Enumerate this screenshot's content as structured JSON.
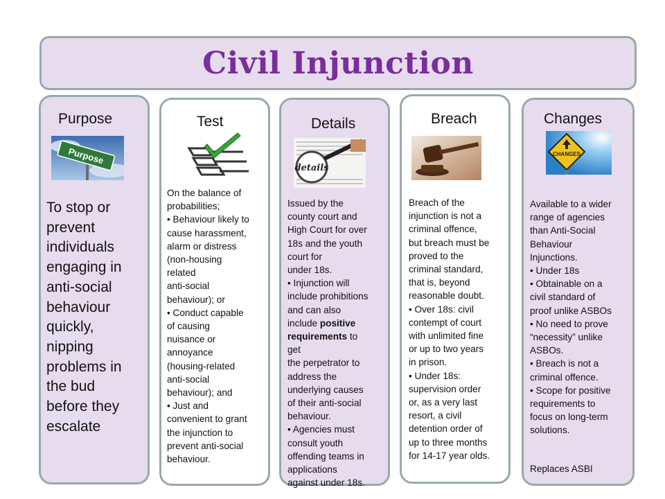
{
  "title": "Civil Injunction",
  "columns": {
    "purpose": {
      "heading": "Purpose",
      "image_label": "Purpose",
      "lines": [
        "To stop or",
        "prevent",
        "individuals",
        "engaging in",
        "anti-social",
        "behaviour",
        "quickly,",
        "nipping",
        "problems in",
        "the bud",
        "before they",
        "escalate"
      ]
    },
    "test": {
      "heading": "Test",
      "lines": [
        "On the balance of",
        "probabilities;",
        "• Behaviour likely to",
        "cause harassment,",
        "alarm or distress",
        "(non-housing",
        "related",
        "anti-social",
        "behaviour); or",
        "• Conduct capable",
        "of causing",
        "nuisance or",
        "annoyance",
        "(housing-related",
        "anti-social",
        "behaviour); and",
        "• Just and",
        "convenient to grant",
        "the injunction to",
        "prevent anti-social",
        "behaviour."
      ]
    },
    "details": {
      "heading": "Details",
      "image_label": "details",
      "lines": [
        "Issued by the",
        "county court and",
        "High Court for over",
        "18s and the youth",
        "court for",
        "under 18s.",
        "• Injunction will",
        "include prohibitions",
        "and can also"
      ],
      "bold_line_prefix": "include ",
      "bold_line_bold": "positive",
      "bold_line2": "requirements",
      "bold_line2_suffix": " to",
      "lines_after": [
        "get",
        "the perpetrator to",
        "address the",
        "underlying causes",
        "of their anti-social",
        "behaviour.",
        "• Agencies must",
        "consult youth",
        "offending teams in",
        "applications",
        "against under 18s."
      ]
    },
    "breach": {
      "heading": "Breach",
      "lines": [
        "Breach of the",
        "injunction is not a",
        "criminal offence,",
        "but breach must be",
        "proved to the",
        "criminal standard,",
        "that is, beyond",
        "reasonable doubt.",
        "• Over 18s: civil",
        "contempt of court",
        "with unlimited fine",
        "or up to two years",
        "in prison.",
        "• Under 18s:",
        "supervision order",
        "or, as a very last",
        "resort, a civil",
        "detention order of",
        "up to three months",
        "for 14-17 year olds."
      ]
    },
    "changes": {
      "heading": "Changes",
      "image_label": "CHANGES",
      "lines": [
        "Available to a wider",
        "range of agencies",
        "than Anti-Social",
        "Behaviour",
        "Injunctions.",
        "• Under 18s",
        "• Obtainable on a",
        "civil standard of",
        "proof unlike ASBOs",
        "• No need to prove",
        "“necessity” unlike",
        "ASBOs.",
        "• Breach is not a",
        "criminal offence.",
        "• Scope for positive",
        "requirements to",
        "focus on long-term",
        "solutions."
      ],
      "footer": "Replaces ASBI"
    }
  },
  "colors": {
    "title": "#7a2d9c",
    "panel_fill": "#e6dcee",
    "border": "#9aa8a8"
  }
}
